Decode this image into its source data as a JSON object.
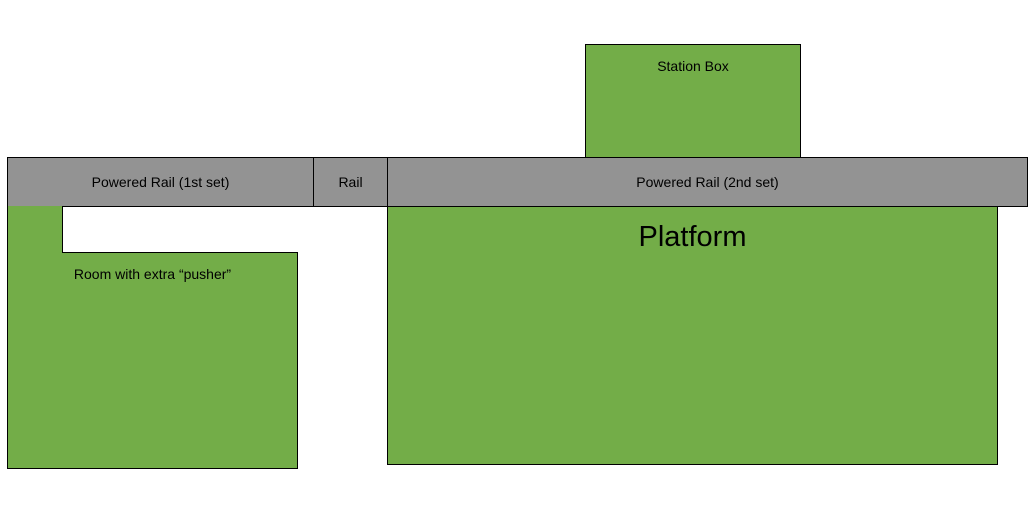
{
  "diagram": {
    "colors": {
      "room_fill": "#73ad48",
      "rail_fill": "#939393",
      "outline": "#000000",
      "background": "#ffffff"
    },
    "station_box": {
      "label": "Station Box"
    },
    "rails": {
      "powered_rail_1": {
        "label": "Powered Rail (1st set)"
      },
      "rail": {
        "label": "Rail"
      },
      "powered_rail_2": {
        "label": "Powered Rail (2nd set)"
      }
    },
    "platform": {
      "label": "Platform"
    },
    "pusher_room": {
      "label": "Room with extra “pusher”"
    }
  }
}
